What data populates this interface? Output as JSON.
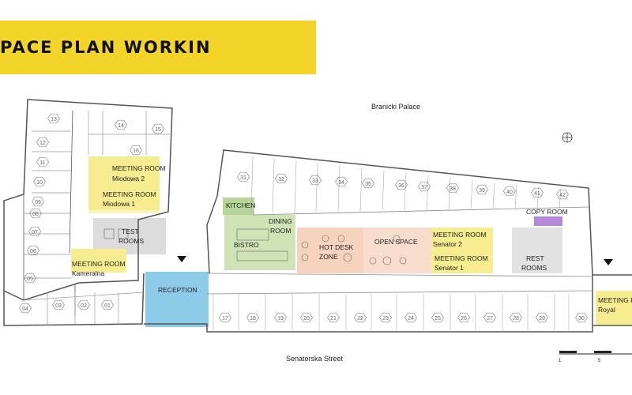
{
  "title": "PACE PLAN WORKIN",
  "streets": {
    "north": "Branicki Palace",
    "south": "Senatorska Street"
  },
  "zones": {
    "meeting_miodowa2": {
      "line1": "MEETING ROOM",
      "line2": "Miodowa 2"
    },
    "meeting_miodowa1": {
      "line1": "MEETING ROOM",
      "line2": "Miodowa 1"
    },
    "test_rooms": {
      "line1": "TEST",
      "line2": "ROOMS"
    },
    "meeting_kameralna": {
      "line1": "MEETING ROOM",
      "line2": "Kameralna"
    },
    "reception": "RECEPTION",
    "kitchen": "KITCHEN",
    "dining": {
      "line1": "DINING",
      "line2": "ROOM"
    },
    "bistro": "BISTRO",
    "hot_desk": {
      "line1": "HOT DESK",
      "line2": "ZONE"
    },
    "open_space": "OPEN SPACE",
    "meeting_senator2": {
      "line1": "MEETING ROOM",
      "line2": "Senator 2"
    },
    "meeting_senator1": {
      "line1": "MEETING ROOM",
      "line2": "Senator 1"
    },
    "copy_room": "COPY ROOM",
    "rest_rooms": {
      "line1": "REST",
      "line2": "ROOMS"
    },
    "meeting_royal": {
      "line1": "MEETING R",
      "line2": "Royal"
    }
  },
  "room_numbers": {
    "left_wing": [
      "13",
      "14",
      "15",
      "12",
      "16",
      "11",
      "10",
      "09",
      "08",
      "07",
      "06",
      "05",
      "04",
      "03",
      "02",
      "01"
    ],
    "top_row": [
      "31",
      "32",
      "33",
      "34",
      "35",
      "36",
      "37",
      "38",
      "39",
      "40",
      "41",
      "42"
    ],
    "bottom_row": [
      "17",
      "18",
      "19",
      "20",
      "21",
      "22",
      "23",
      "24",
      "25",
      "26",
      "27",
      "28",
      "29",
      "30"
    ]
  },
  "scale": {
    "start": "1",
    "mid": "5"
  },
  "colors": {
    "yellow": "#f3d52a",
    "meeting": "#f7ec8f",
    "test": "#d9d9d9",
    "reception": "#8ecbe8",
    "green": "#b7d59a",
    "peach": "#f6d3bf",
    "purple": "#b48ad6"
  }
}
